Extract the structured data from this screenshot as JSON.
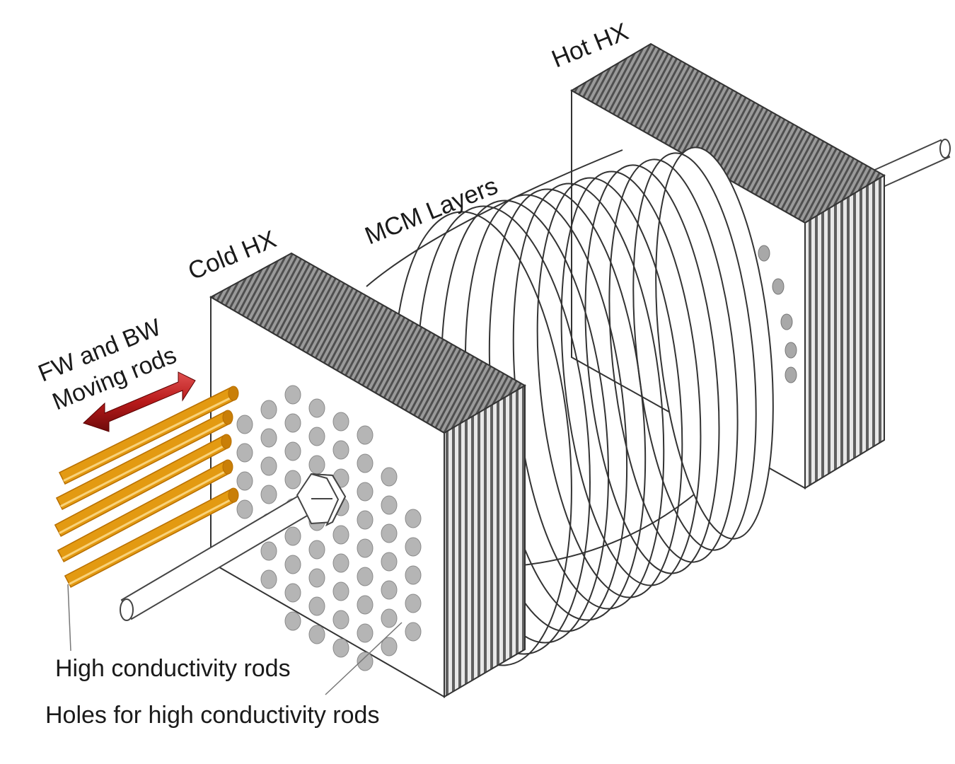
{
  "labels": {
    "hot_hx": "Hot HX",
    "mcm_layers": "MCM Layers",
    "cold_hx": "Cold HX",
    "moving_rods_line1": "FW and BW",
    "moving_rods_line2": "Moving rods",
    "high_conductivity_rods": "High conductivity rods",
    "holes_for_rods": "Holes for high conductivity rods"
  },
  "colors": {
    "rod_orange": "#e39a12",
    "rod_orange_dark": "#b86f00",
    "arrow_red": "#b81a1a",
    "fin_dark": "#6a6a6a",
    "hole_gray": "#b5b5b5",
    "outline": "#333333"
  }
}
